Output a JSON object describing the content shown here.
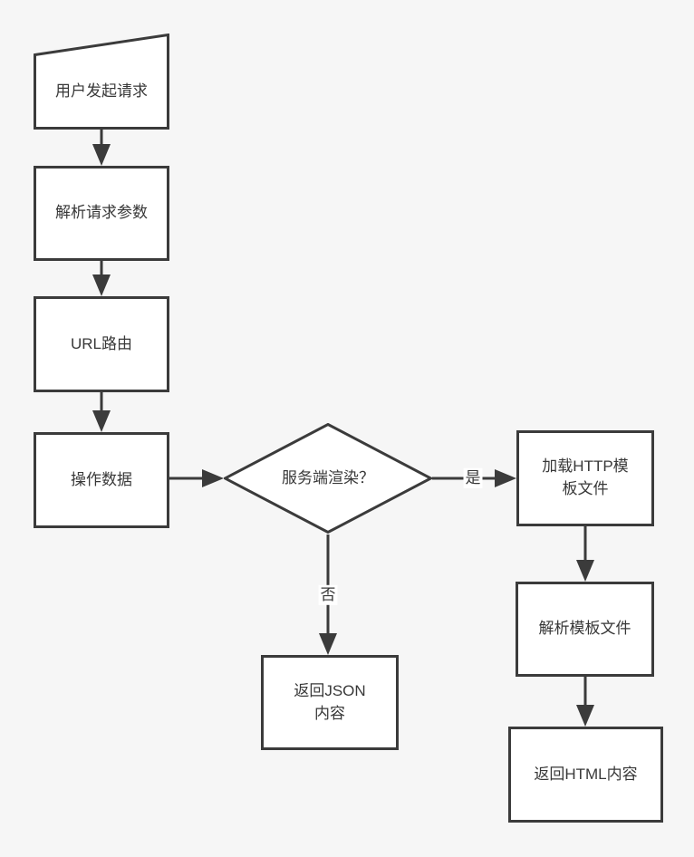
{
  "diagram": {
    "type": "flowchart",
    "colors": {
      "background": "#f6f6f6",
      "node_fill": "#ffffff",
      "stroke": "#3b3b3b",
      "text": "#383838",
      "edge_label_background": "#ffffff"
    },
    "nodes": {
      "user_request": {
        "label": "用户发起请求",
        "shape": "manual-input"
      },
      "parse_params": {
        "label": "解析请求参数",
        "shape": "process"
      },
      "url_route": {
        "label": "URL路由",
        "shape": "process"
      },
      "operate_data": {
        "label": "操作数据",
        "shape": "process"
      },
      "ssr_decision": {
        "label": "服务端渲染？",
        "shape": "decision"
      },
      "load_template": {
        "label": "加载HTTP模板文件",
        "shape": "process"
      },
      "parse_template": {
        "label": "解析模板文件",
        "shape": "process"
      },
      "return_html": {
        "label": "返回HTML内容",
        "shape": "process"
      },
      "return_json": {
        "label": "返回JSON内容",
        "shape": "process"
      }
    },
    "edge_labels": {
      "yes": "是",
      "no": "否"
    },
    "edges": [
      {
        "from": "user_request",
        "to": "parse_params",
        "label": ""
      },
      {
        "from": "parse_params",
        "to": "url_route",
        "label": ""
      },
      {
        "from": "url_route",
        "to": "operate_data",
        "label": ""
      },
      {
        "from": "operate_data",
        "to": "ssr_decision",
        "label": ""
      },
      {
        "from": "ssr_decision",
        "to": "load_template",
        "label": "是"
      },
      {
        "from": "ssr_decision",
        "to": "return_json",
        "label": "否"
      },
      {
        "from": "load_template",
        "to": "parse_template",
        "label": ""
      },
      {
        "from": "parse_template",
        "to": "return_html",
        "label": ""
      }
    ]
  }
}
